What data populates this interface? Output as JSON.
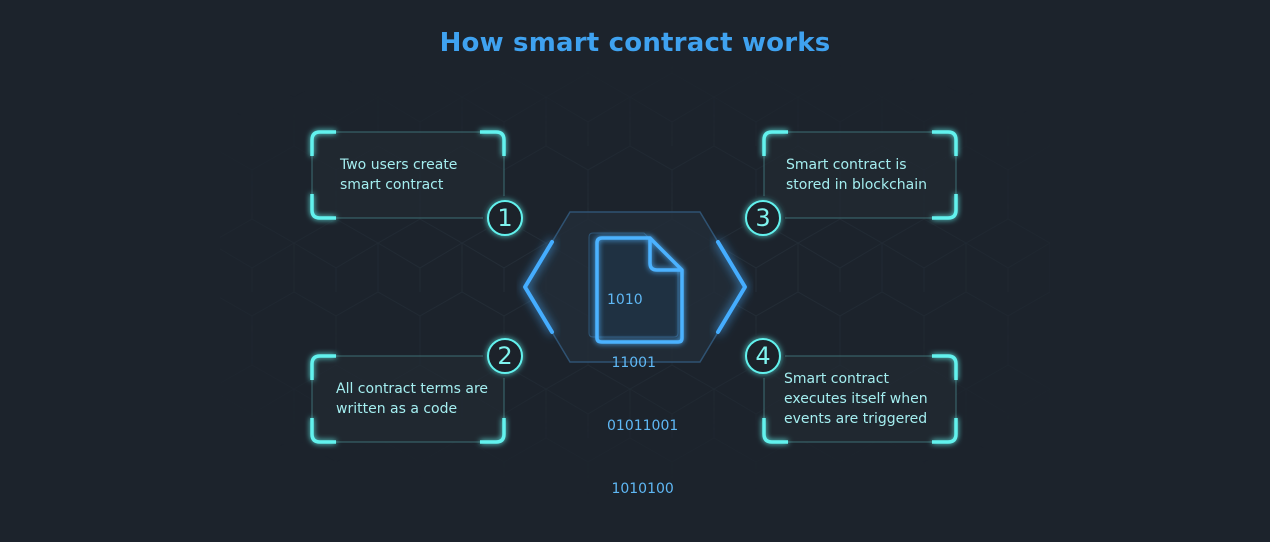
{
  "title": "How smart contract works",
  "steps": [
    {
      "number": "1",
      "text_lines": [
        "Two users create",
        "smart contract"
      ]
    },
    {
      "number": "2",
      "text_lines": [
        "All contract terms are",
        "written as a code"
      ]
    },
    {
      "number": "3",
      "text_lines": [
        "Smart contract is",
        "stored in blockchain"
      ]
    },
    {
      "number": "4",
      "text_lines": [
        "Smart contract",
        "executes itself when",
        "events are triggered"
      ]
    }
  ],
  "document": {
    "icon": "file-code-icon",
    "binary_lines": [
      "1010",
      " 11001",
      "01011001",
      " 1010100"
    ]
  },
  "colors": {
    "background": "#1c232c",
    "title": "#3fa2f0",
    "card_glow": "#5ff0ee",
    "hex_glow": "#3aa6ff",
    "text": "#a4eef0"
  }
}
